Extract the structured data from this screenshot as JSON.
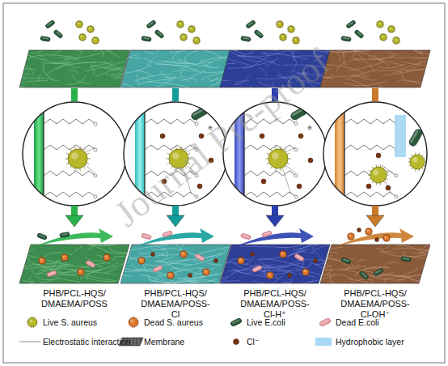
{
  "diagram": {
    "labels": [
      "Journal Pre-proof",
      "PHB/PCL-HQS/ DMAEMA/POSS",
      "PHB/PCL-HQS/ DMAEMA/POSS-Cl",
      "PHB/PCL-HQS/ DMAEMA/POSS-Cl-H⁺",
      "PHB/PCL-HQS/ DMAEMA/POSS-Cl-OH⁻"
    ],
    "legend": [
      {
        "text": "Live S. aureus"
      },
      {
        "text": "Dead S. aureus"
      },
      {
        "text": "Live E.coli"
      },
      {
        "text": "Dead E.coli"
      },
      {
        "text": "Electrostatic interaction"
      },
      {
        "text": "Membrane"
      },
      {
        "text": "Cl⁻"
      },
      {
        "text": "Hydrophobic layer",
        "color": "#a8d8f4"
      }
    ]
  }
}
